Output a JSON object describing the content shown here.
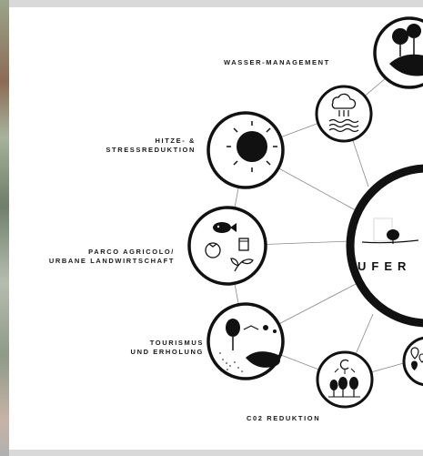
{
  "center": {
    "title": "UFER"
  },
  "labels": {
    "wasser": "WASSER-MANAGEMENT",
    "hitze_line1": "HITZE- &",
    "hitze_line2": "STRESSREDUKTION",
    "parco_line1": "PARCO AGRICOLO/",
    "parco_line2": "URBANE LANDWIRTSCHAFT",
    "tourismus_line1": "TOURISMUS",
    "tourismus_line2": "UND ERHOLUNG",
    "co2": "C02 REDUKTION"
  },
  "icons": [
    "trees-on-island-icon",
    "rain-cloud-water-icon",
    "sun-icon",
    "fish-tomato-plant-icon",
    "park-recreation-icon",
    "co2-trees-icon",
    "map-pins-icon"
  ]
}
